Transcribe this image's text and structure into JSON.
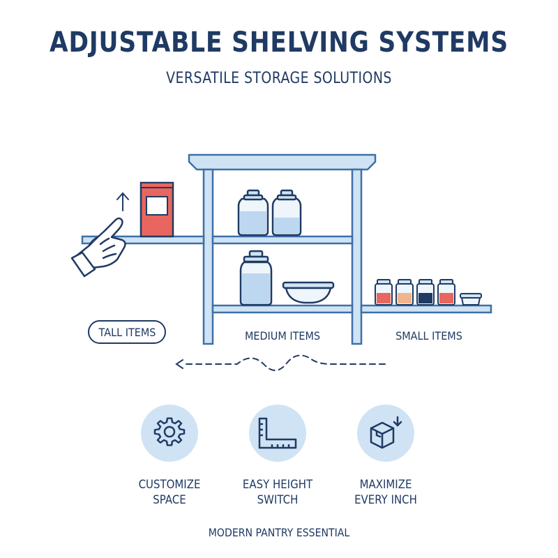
{
  "header": {
    "title": "ADJUSTABLE SHELVING SYSTEMS",
    "subtitle": "VERSATILE STORAGE SOLUTIONS"
  },
  "zones": {
    "tall": "TALL ITEMS",
    "medium": "MEDIUM ITEMS",
    "small": "SMALL ITEMS"
  },
  "features": [
    {
      "icon": "gear-icon",
      "line1": "CUSTOMIZE",
      "line2": "SPACE"
    },
    {
      "icon": "ruler-icon",
      "line1": "EASY HEIGHT",
      "line2": "SWITCH"
    },
    {
      "icon": "box-icon",
      "line1": "MAXIMIZE",
      "line2": "EVERY INCH"
    }
  ],
  "footer": "MODERN PANTRY ESSENTIAL",
  "colors": {
    "navy": "#1f3a63",
    "shelf": "#cfe3f5",
    "shelf_stroke": "#3f6fa6",
    "box_red": "#e8665f",
    "accent_circle": "#cfe3f5",
    "spice_red": "#e8665f",
    "spice_orange": "#f2b48a",
    "spice_navy": "#1f3a63"
  }
}
